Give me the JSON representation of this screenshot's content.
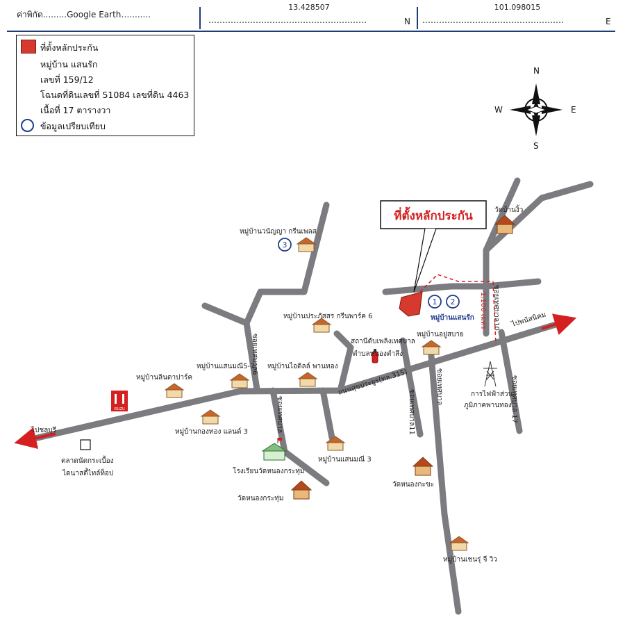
{
  "header": {
    "coord_label": "ค่าพิกัด.........Google Earth…........",
    "lat_value": "13.428507",
    "lat_suffix": "N",
    "lon_value": "101.098015",
    "lon_suffix": "E"
  },
  "legend": {
    "collateral_label": "ที่ตั้งหลักประกัน",
    "village": "หมู่บ้าน แสนรัก",
    "house_no": "เลขที่ 159/12",
    "deed": "โฉนดที่ดินเลขที่ 51084 เลขที่ดิน 4463",
    "area": "เนื้อที่ 17 ตารางวา",
    "comparison_label": "ข้อมูลเปรียบเทียบ"
  },
  "compass": {
    "n": "N",
    "s": "S",
    "e": "E",
    "w": "W"
  },
  "callout": "ที่ตั้งหลักประกัน",
  "roads": {
    "main": "ถนนสุขประยูร(ทล.315)",
    "to_left": "ไปชลบุรี",
    "to_right": "ไปพนัสนิคม",
    "soi_10": "ซอยเทศบาล10",
    "soi_17": "ซอยเทศบาล 17",
    "soi_11": "ซอยเทศบาล11",
    "soi_a": "ซอยเทศบาล",
    "soi_b": "ซอยเทศบาล",
    "soi_c": "ซอยเทศบาล6",
    "distance": "1,100 เมตร"
  },
  "places": {
    "wat_ban_chio": "วัดบ้านงิ้ว",
    "ban_wanya": "หมู่บ้านวนัญญา กรีนเพลส",
    "ban_saenrak": "หมู่บ้านแสนรัก",
    "ban_prapatsorn": "หมู่บ้านประภัสสร กรีนพาร์ค 6",
    "ban_yusabai": "หมู่บ้านอยู่สบาย",
    "fire_station": "สถานีดับเพลิงเทศบาล",
    "fire_station2": "ตำบลหนองตำลึง",
    "ban_linda": "หมู่บ้านลินดาปาร์ค",
    "ban_saenmanee57": "หมู่บ้านแสนมณี5-7",
    "ban_idyll": "หมู่บ้านไอดิลล์ พานทอง",
    "ban_kongthong": "หมู่บ้านกองทอง แลนด์ 3",
    "ban_saenmanee3": "หมู่บ้านแสนมณี 3",
    "school": "โรงเรียนวัดหนองกระทุ่ม",
    "wat_nongkratum": "วัดหนองกระทุ่ม",
    "wat_nongkacha": "วัดหนองกะขะ",
    "ban_chenrui": "หมู่บ้านเชนรุ่ จี วิว",
    "pea_1": "การไฟฟ้าส่วน",
    "pea_2": "ภูมิภาคพานทอง",
    "market_1": "ตลาดนัดกระเบื้อง",
    "market_2": "ไดนาสตี้ไทล์ท็อป",
    "isuzu": "ISUZU"
  },
  "markers": [
    "1",
    "2",
    "3"
  ],
  "colors": {
    "road": "#7b7b80",
    "collateral": "#d63a2e",
    "circle": "#1f3b8c",
    "arrow": "#d42020"
  }
}
